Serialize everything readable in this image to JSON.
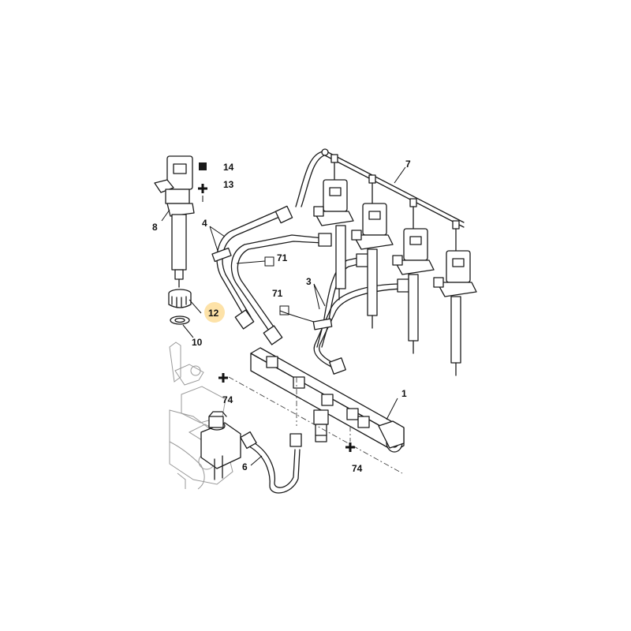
{
  "callouts": [
    {
      "id": "c14",
      "text": "14"
    },
    {
      "id": "c13",
      "text": "13"
    },
    {
      "id": "c7",
      "text": "7"
    },
    {
      "id": "c8",
      "text": "8"
    },
    {
      "id": "c4",
      "text": "4"
    },
    {
      "id": "c71a",
      "text": "71"
    },
    {
      "id": "c3",
      "text": "3"
    },
    {
      "id": "c71b",
      "text": "71"
    },
    {
      "id": "c12",
      "text": "12",
      "highlight": true
    },
    {
      "id": "c10",
      "text": "10"
    },
    {
      "id": "c1",
      "text": "1"
    },
    {
      "id": "c74a",
      "text": "74"
    },
    {
      "id": "c74b",
      "text": "74"
    },
    {
      "id": "c6",
      "text": "6"
    }
  ],
  "colors": {
    "line": "#1a1a1a",
    "highlight": "#fde2a8",
    "background": "#ffffff"
  },
  "icons": [
    "filled-square-icon",
    "cross-icon",
    "hollow-square-icon"
  ]
}
